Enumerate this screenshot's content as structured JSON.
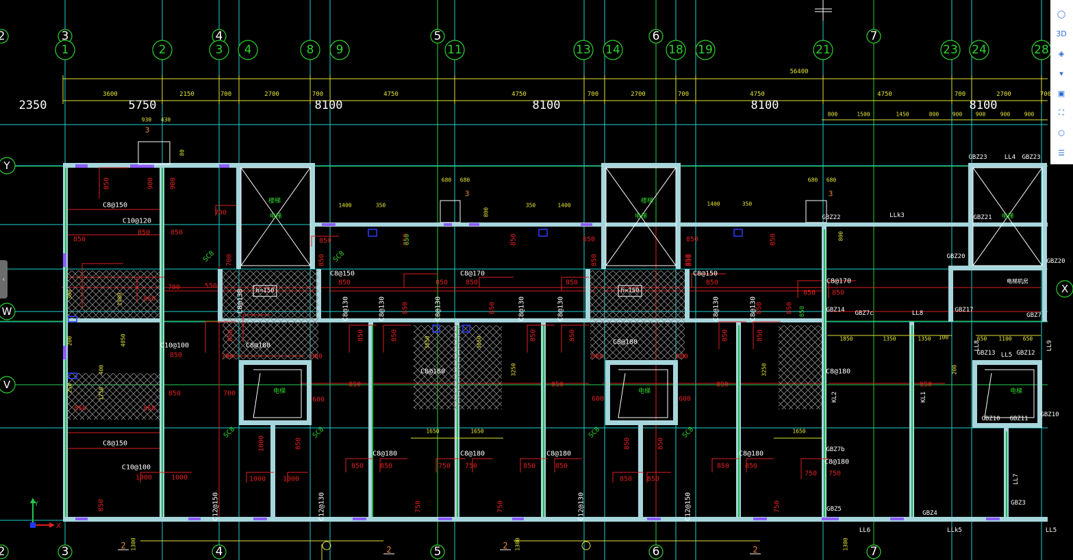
{
  "viewer": {
    "toolbar": [
      {
        "name": "orbit-icon",
        "glyph": "◯",
        "label": ""
      },
      {
        "name": "3d-view-icon",
        "glyph": "",
        "label": "3D"
      },
      {
        "name": "view-cube-icon",
        "glyph": "◈",
        "label": ""
      },
      {
        "name": "view-dropdown-icon",
        "glyph": "▾",
        "label": ""
      },
      {
        "name": "box-view-icon",
        "glyph": "▣",
        "label": ""
      },
      {
        "name": "fullscreen-icon",
        "glyph": "⛶",
        "label": ""
      },
      {
        "name": "model-icon",
        "glyph": "⬡",
        "label": ""
      },
      {
        "name": "properties-icon",
        "glyph": "☰",
        "label": ""
      }
    ],
    "left_tab_glyph": "‹",
    "ucs": {
      "x": "X",
      "y": "Y"
    }
  },
  "axes": {
    "top_outer": [
      "2",
      "3",
      "4",
      "5",
      "6",
      "7"
    ],
    "top_inner": [
      "1",
      "2",
      "3",
      "4",
      "8",
      "9",
      "11",
      "13",
      "14",
      "18",
      "19",
      "21",
      "23",
      "24",
      "28"
    ],
    "left": [
      "Y",
      "W",
      "V"
    ],
    "right": [
      "X"
    ],
    "bottom": [
      "2",
      "3",
      "4",
      "5",
      "6",
      "7"
    ]
  },
  "dimensions": {
    "overall": "56400",
    "segments": [
      "3600",
      "2150",
      "700",
      "2700",
      "700",
      "4750",
      "4750",
      "700",
      "2700",
      "700",
      "4750",
      "4750",
      "700",
      "2700",
      "700"
    ],
    "big": [
      "2350",
      "5750",
      "8100",
      "8100",
      "8100",
      "8100"
    ],
    "right_sub": [
      "800",
      "1500",
      "1450",
      "800",
      "900",
      "900",
      "900",
      "900"
    ],
    "small_top": [
      "930",
      "430",
      "680",
      "680",
      "680",
      "680",
      "1400",
      "350",
      "350",
      "1400",
      "1400",
      "350",
      "80",
      "800",
      "800"
    ],
    "mid": [
      "1650",
      "1650",
      "1650",
      "3250",
      "3250",
      "1850",
      "1350",
      "1350",
      "1100",
      "650",
      "650",
      "3650",
      "3650",
      "1980",
      "4050",
      "1750",
      "400",
      "300",
      "250",
      "200",
      "200",
      "100"
    ],
    "bottom": [
      "1300",
      "1300",
      "1300"
    ]
  },
  "labels": {
    "red_850": "850",
    "red_700": "700",
    "red_600": "600",
    "red_1000": "1000",
    "red_750": "750",
    "red_550": "550",
    "rebar": [
      "C8@150",
      "C10@120",
      "C8@170",
      "C8@150",
      "C8@130",
      "C8@180",
      "C8@180",
      "C10@100",
      "C10@100",
      "C8@150",
      "C8@180",
      "C12@150",
      "C12@130",
      "C8@180",
      "C8@170",
      "C8@180",
      "C12@150",
      "C12@130",
      "C8@180",
      "C8@180"
    ],
    "walls": [
      "GBZ23",
      "LL4",
      "GBZ23",
      "GBZ21",
      "GBZ22",
      "LLk3",
      "GBZ20",
      "GBZ20",
      "GBZ14",
      "GBZ7c",
      "LL8",
      "GBZ17",
      "GBZ7",
      "GBZ13",
      "LL5",
      "GBZ12",
      "GBZ10",
      "GBZ11",
      "GBZ10",
      "GBZ7b",
      "GBZ5",
      "GBZ4",
      "GBZ3",
      "LL6",
      "LLk5",
      "LL5",
      "KL2",
      "KL1",
      "LL7",
      "LL8",
      "LL9"
    ],
    "h150": "h=150",
    "sc8": "SC8",
    "stair": "楼梯",
    "elev": "电梯",
    "room": "电梯机房",
    "section_mark": "2"
  }
}
